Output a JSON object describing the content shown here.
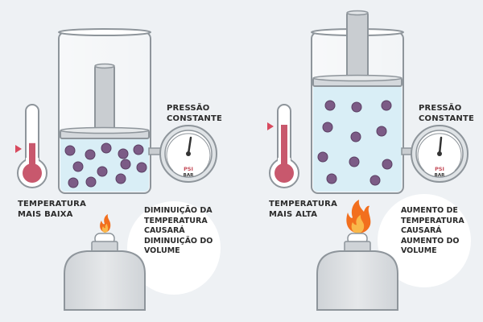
{
  "colors": {
    "background": "#eef1f4",
    "liquid": "#d9eef6",
    "particle": "#7c5b86",
    "thermometer_fill": "#c8586d",
    "marker": "#d84a5e",
    "flame": "#f26f1e",
    "gauge_text_red": "#c44a57"
  },
  "left": {
    "pressure_label": [
      "PRESSÃO",
      "CONSTANTE"
    ],
    "temperature_label": [
      "TEMPERATURA",
      "MAIS BAIXA"
    ],
    "bubble_text": [
      "DIMINUIÇÃO DA",
      "TEMPERATURA",
      "CAUSARÁ",
      "DIMINUIÇÃO DO",
      "VOLUME"
    ],
    "gauge_units": [
      "PSI",
      "BAR"
    ],
    "thermometer_level": 0.45,
    "flame_size": "small"
  },
  "right": {
    "pressure_label": [
      "PRESSÃO",
      "CONSTANTE"
    ],
    "temperature_label": [
      "TEMPERATURA",
      "MAIS ALTA"
    ],
    "bubble_text": [
      "AUMENTO DE",
      "TEMPERATURA",
      "CAUSARÁ",
      "AUMENTO DO",
      "VOLUME"
    ],
    "gauge_units": [
      "PSI",
      "BAR"
    ],
    "thermometer_level": 0.75,
    "flame_size": "large"
  }
}
